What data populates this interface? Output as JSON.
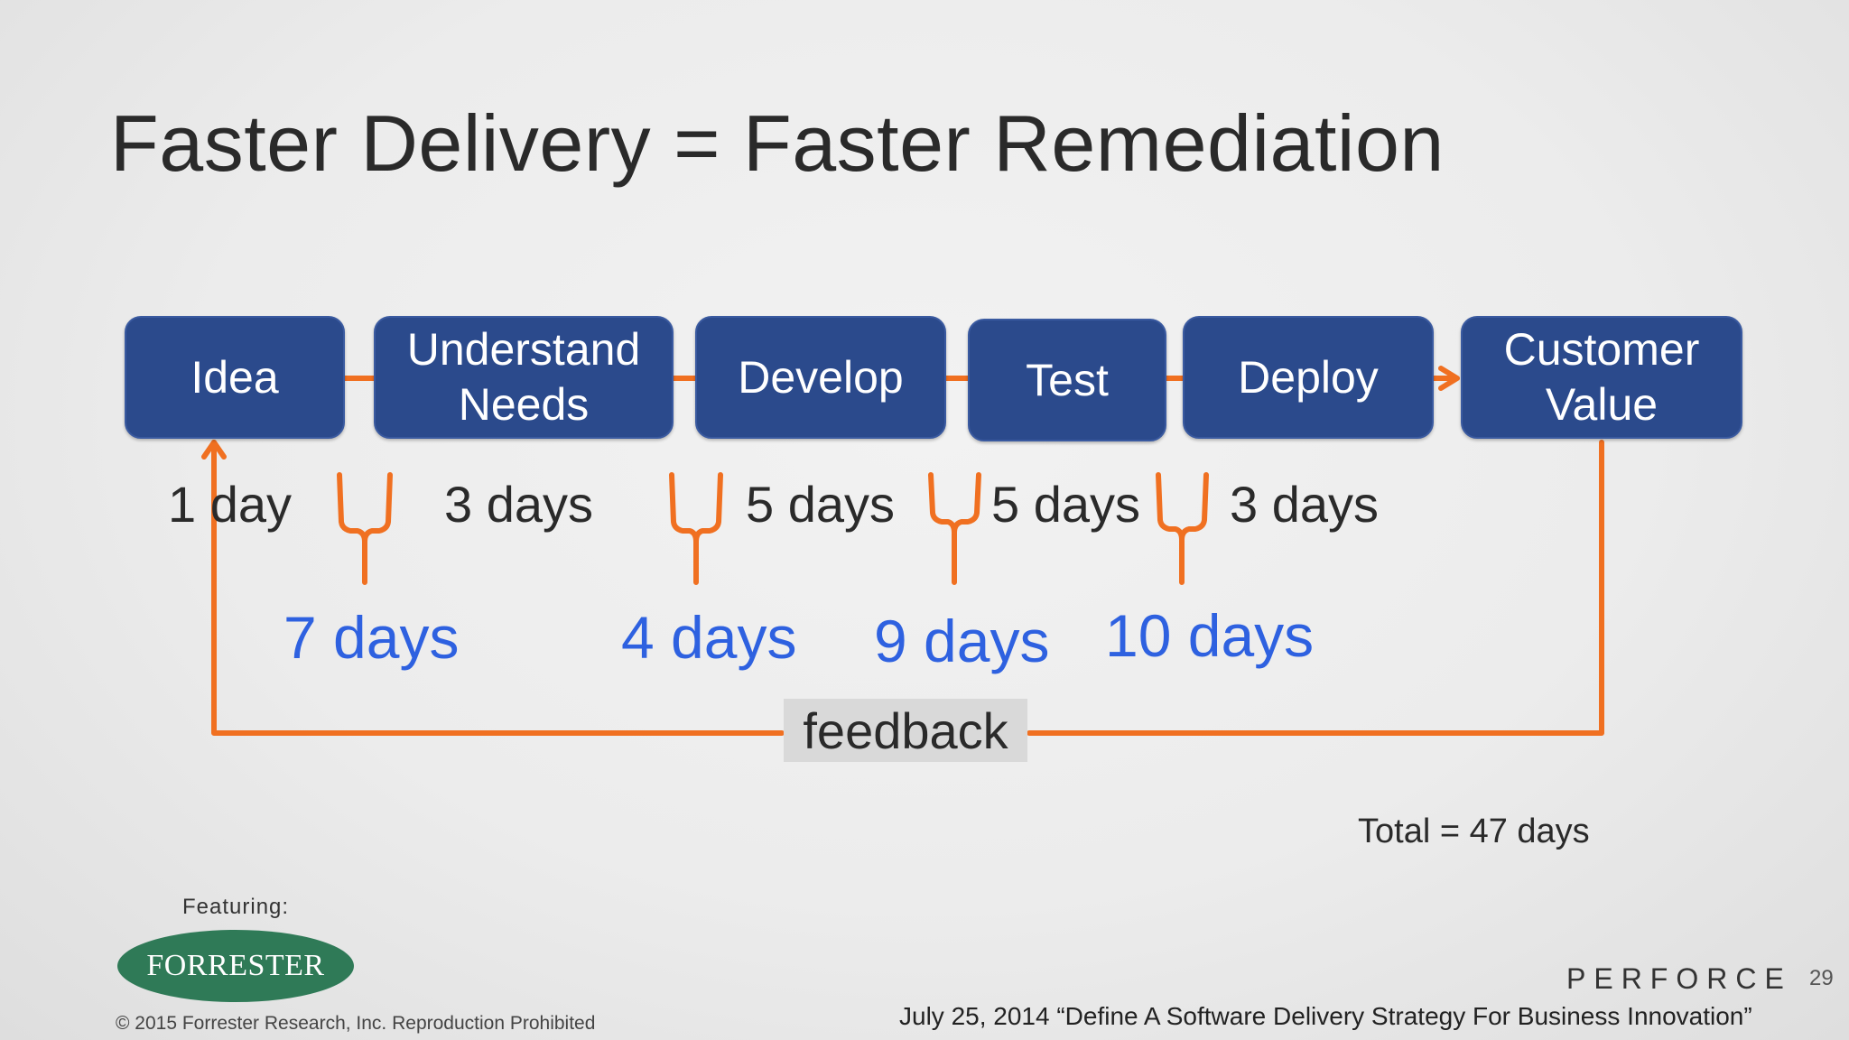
{
  "slide": {
    "title": "Faster Delivery = Faster Remediation",
    "stages": [
      {
        "line1": "Idea",
        "line2": ""
      },
      {
        "line1": "Understand",
        "line2": "Needs"
      },
      {
        "line1": "Develop",
        "line2": ""
      },
      {
        "line1": "Test",
        "line2": ""
      },
      {
        "line1": "Deploy",
        "line2": ""
      },
      {
        "line1": "Customer",
        "line2": "Value"
      }
    ],
    "stage_durations": [
      "1 day",
      "3 days",
      "5 days",
      "5 days",
      "3 days"
    ],
    "wait_times": [
      "7 days",
      "4 days",
      "9 days",
      "10 days"
    ],
    "feedback_label": "feedback",
    "total": "Total = 47 days",
    "featuring": "Featuring:",
    "logo_text": "FORRESTER",
    "copyright": "© 2015 Forrester Research, Inc. Reproduction Prohibited",
    "brand": "PERFORCE",
    "page_number": "29",
    "citation": "July 25, 2014 “Define A Software Delivery Strategy For Business Innovation”",
    "colors": {
      "stage_fill": "#2b4a8c",
      "connector": "#f07021",
      "wait_text": "#2e61e0",
      "feedback_bg": "#d9d9d9",
      "logo": "#2f7a57"
    }
  }
}
